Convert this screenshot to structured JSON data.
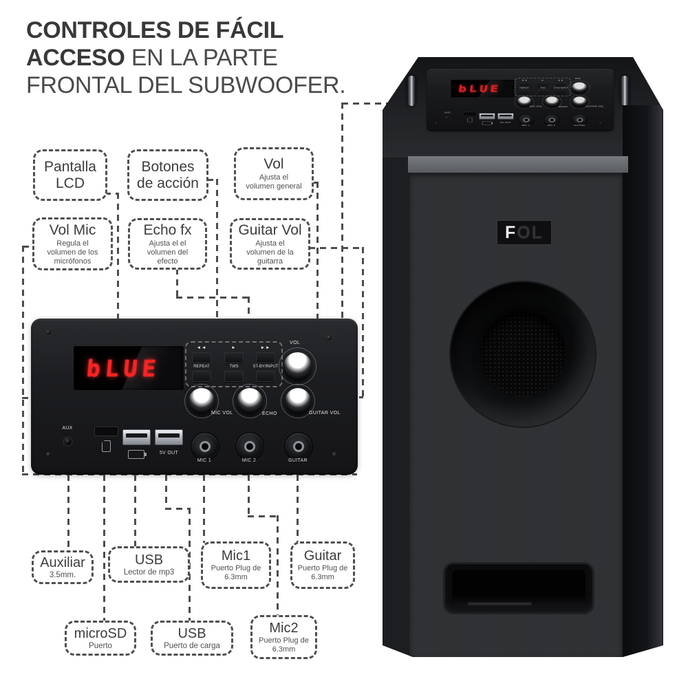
{
  "title": {
    "line1_bold": "CONTROLES DE FÁCIL",
    "line2_bold": "ACCESO",
    "line2_rest": "EN LA PARTE",
    "line3": "FRONTAL DEL SUBWOOFER."
  },
  "callouts": {
    "pantalla_lcd": {
      "title": "Pantalla LCD"
    },
    "botones": {
      "title": "Botones de acción"
    },
    "vol": {
      "title": "Vol",
      "subtitle": "Ajusta el volumen general"
    },
    "vol_mic": {
      "title": "Vol Mic",
      "subtitle": "Regula el volumen de los micrófonos"
    },
    "echo_fx": {
      "title": "Echo fx",
      "subtitle": "Ajusta el el volumen del efecto"
    },
    "guitar_vol": {
      "title": "Guitar Vol",
      "subtitle": "Ajusta el volumen de la guitarra"
    },
    "auxiliar": {
      "title": "Auxiliar",
      "subtitle": "3.5mm."
    },
    "usb_mp3": {
      "title": "USB",
      "subtitle": "Lector de mp3"
    },
    "mic1": {
      "title": "Mic1",
      "subtitle": "Puerto Plug de 6.3mm"
    },
    "guitar": {
      "title": "Guitar",
      "subtitle": "Puerto Plug de 6.3mm"
    },
    "microsd": {
      "title": "microSD",
      "subtitle": "Puerto"
    },
    "usb_carga": {
      "title": "USB",
      "subtitle": "Puerto de carga"
    },
    "mic2": {
      "title": "Mic2",
      "subtitle": "Puerto Plug de 6.3mm"
    }
  },
  "panel": {
    "display_text": "bLUE",
    "transport_icons": {
      "prev": "◄◄",
      "play": "►",
      "next": "►►"
    },
    "button_labels": [
      "REPEAT",
      "TWS",
      "ST-BY/INPUT"
    ],
    "knob_labels": {
      "vol": "VOL",
      "mic_vol": "MIC VOL",
      "echo": "ECHO",
      "guitar_vol": "GUITAR VOL"
    },
    "port_labels": {
      "aux": "AUX",
      "usb_out": "5V OUT",
      "mic1": "MIC 1",
      "mic2": "MIC 2",
      "guitar": "GUITAR"
    }
  },
  "tower": {
    "logo_first": "F",
    "logo_rest": "OL"
  },
  "colors": {
    "display_red": "#ff2222",
    "dash_gray": "#4d4d4d",
    "body_black": "#1d1e21"
  }
}
